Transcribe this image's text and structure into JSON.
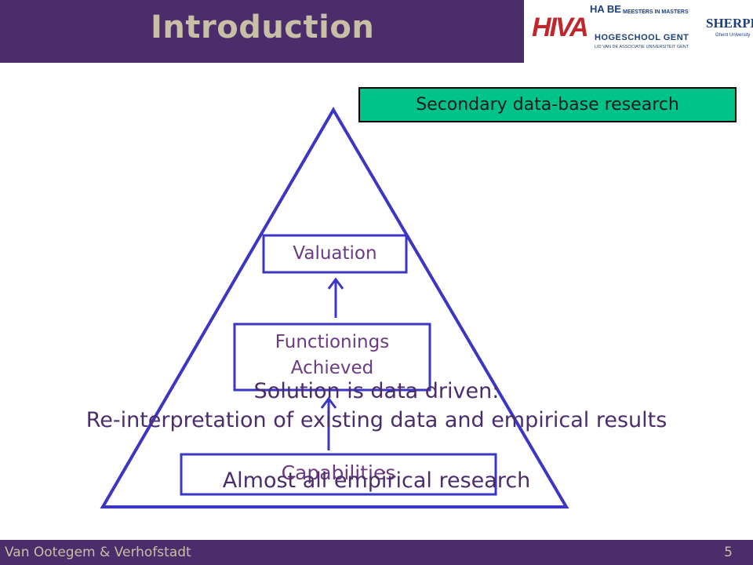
{
  "header": {
    "title": "Introduction"
  },
  "logos": {
    "hiva": "HIVA",
    "habe": "HA BE",
    "meesters": "MEESTERS IN MASTERS",
    "hogeschool": "HOGESCHOOL GENT",
    "associatie": "LID VAN DE ASSOCIATIE UNIVERSITEIT GENT",
    "sherppa": "SHERPPA",
    "sherppa_sub": "Ghent University"
  },
  "diagram": {
    "research_label": "Secondary data-base research",
    "valuation": "Valuation",
    "functionings_line1": "Functionings",
    "functionings_line2": "Achieved",
    "capabilities": "Capabilities"
  },
  "overlay": {
    "line1": "Solution is data driven:",
    "line2": "Re-interpretation of existing data and empirical results",
    "line3": " Almost all empirical research"
  },
  "footer": {
    "authors": "Van Ootegem & Verhofstadt",
    "page": "5"
  },
  "colors": {
    "header_bg": "#4b2d6b",
    "title_text": "#c7bfa6",
    "diagram_stroke": "#3b36c4",
    "green_box": "#00c389"
  }
}
